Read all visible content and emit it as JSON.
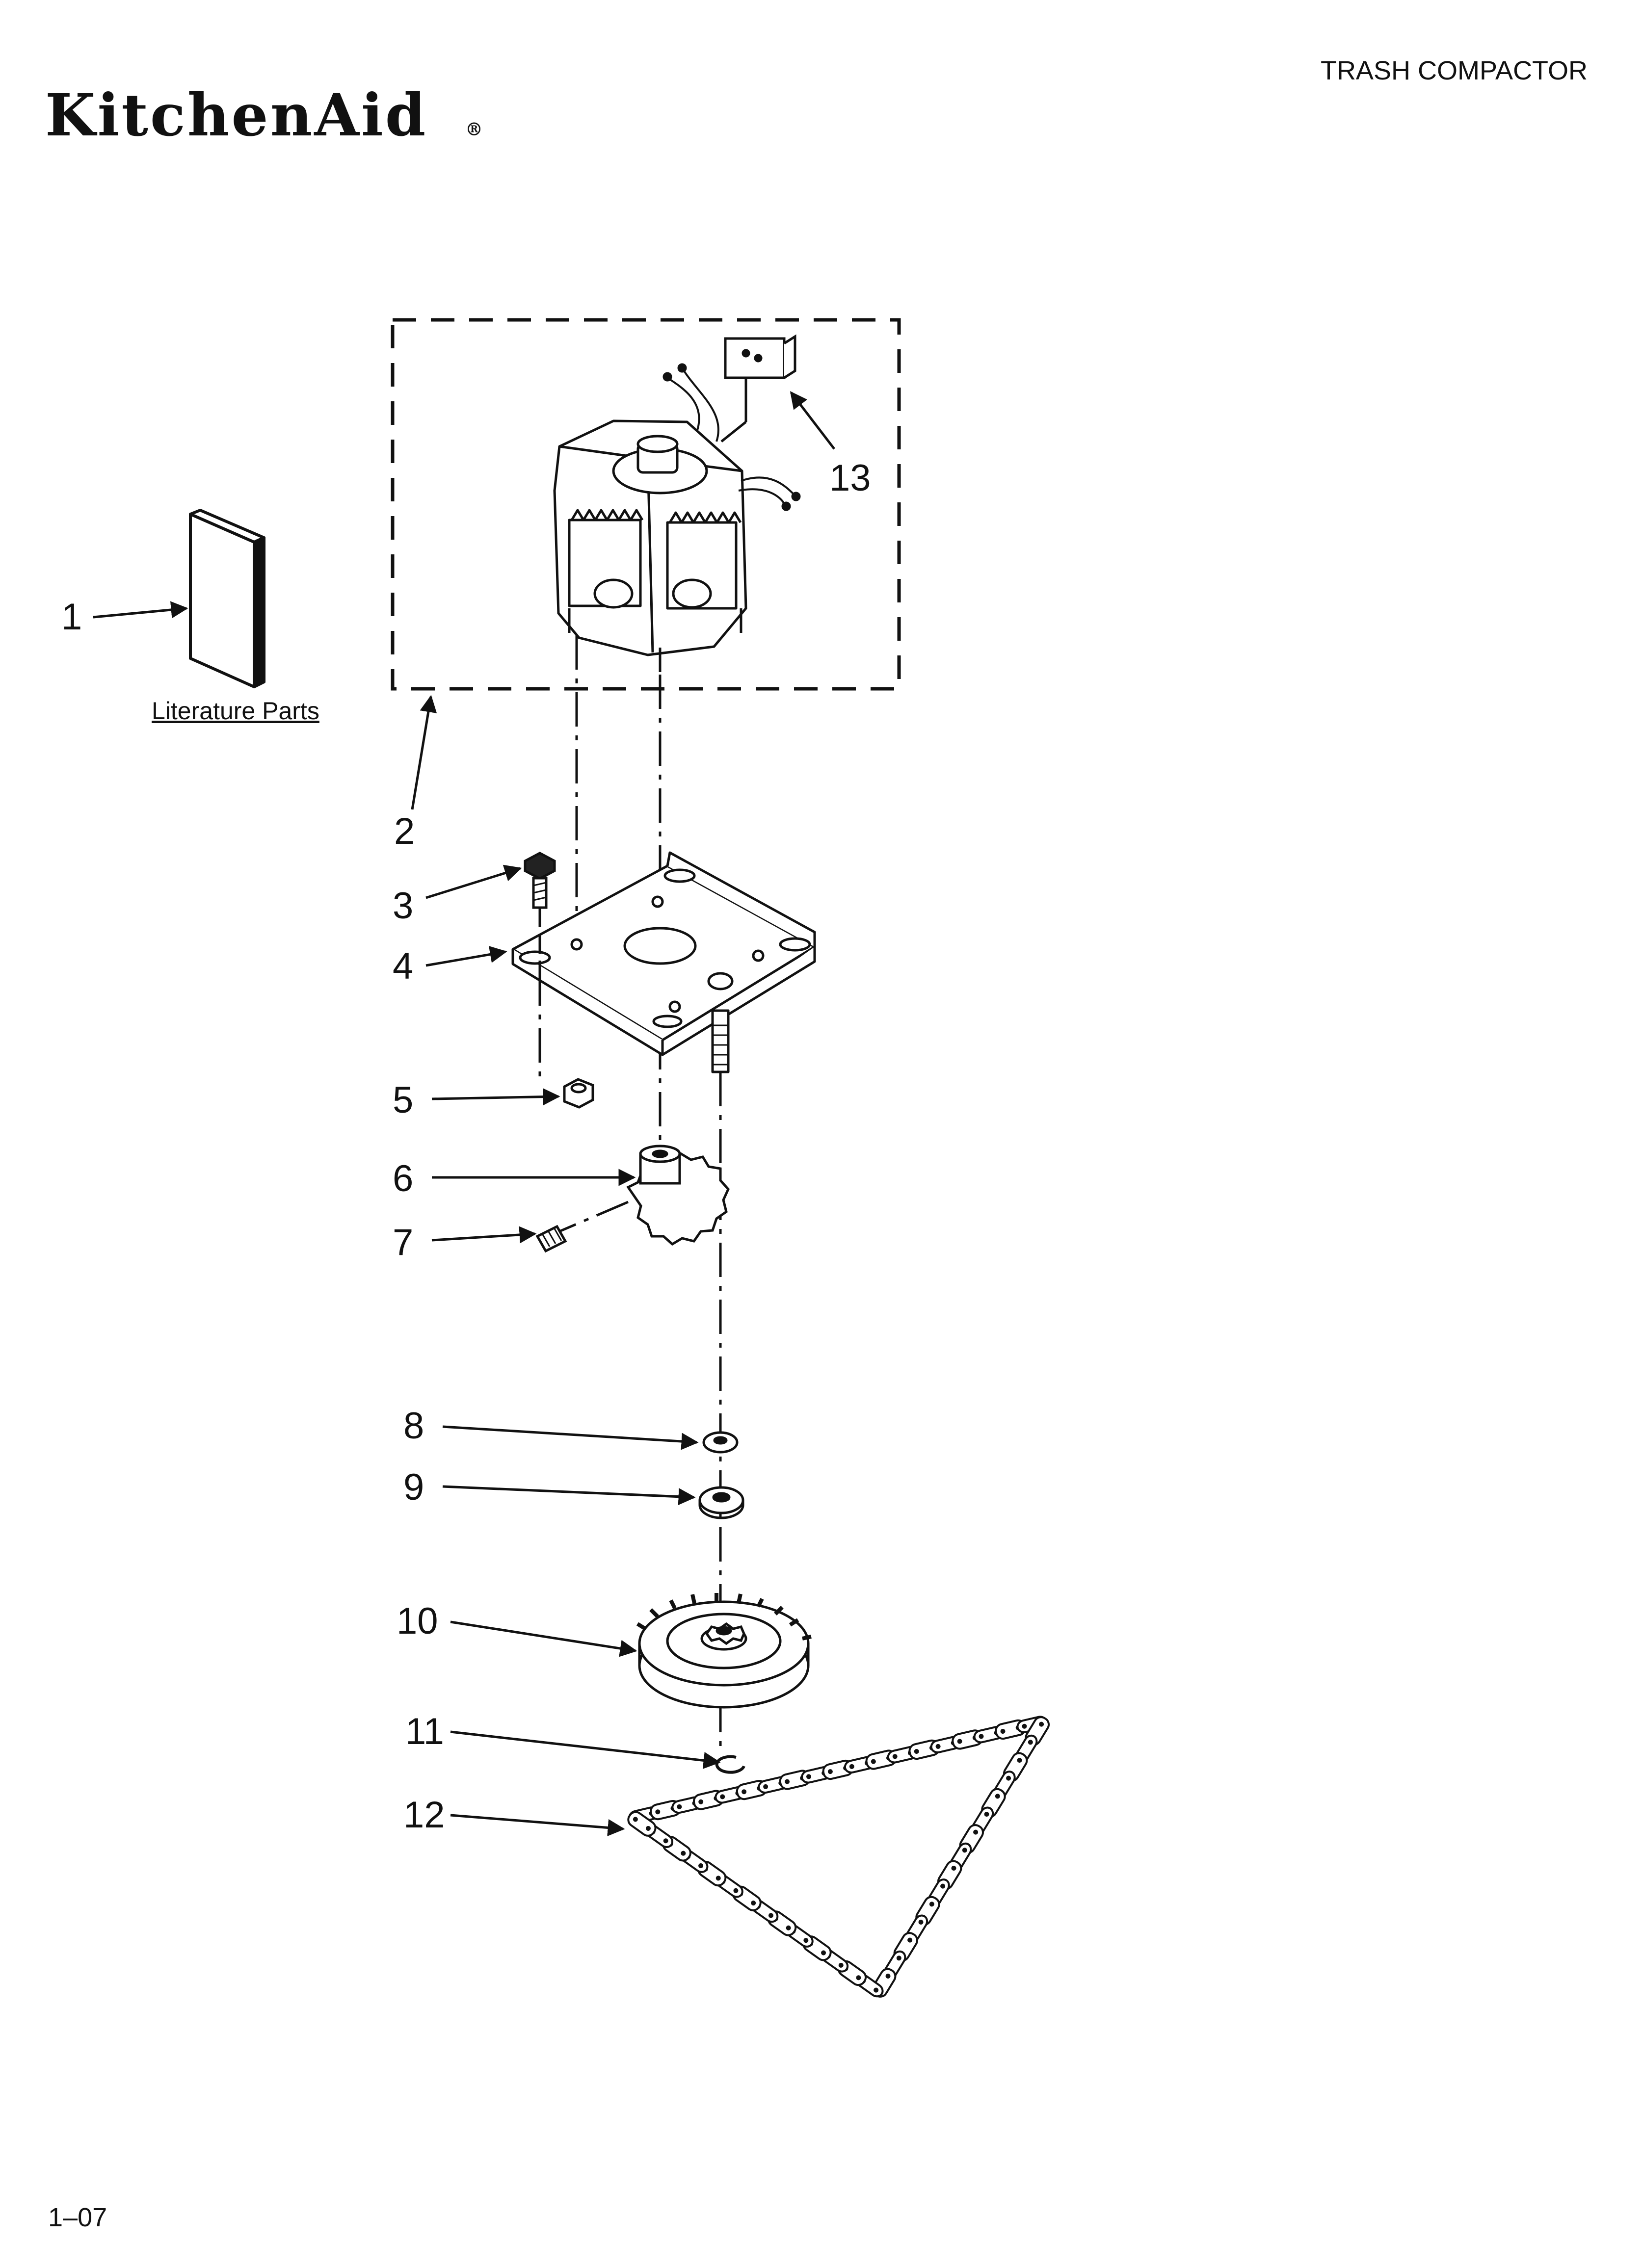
{
  "header": {
    "brand": "KitchenAid",
    "brand_mark": "®",
    "category": "TRASH COMPACTOR"
  },
  "footer": {
    "date_code": "1–07"
  },
  "literature": {
    "label": "Literature Parts"
  },
  "callouts": [
    {
      "id": "callout-1",
      "label": "1"
    },
    {
      "id": "callout-2",
      "label": "2"
    },
    {
      "id": "callout-3",
      "label": "3"
    },
    {
      "id": "callout-4",
      "label": "4"
    },
    {
      "id": "callout-5",
      "label": "5"
    },
    {
      "id": "callout-6",
      "label": "6"
    },
    {
      "id": "callout-7",
      "label": "7"
    },
    {
      "id": "callout-8",
      "label": "8"
    },
    {
      "id": "callout-9",
      "label": "9"
    },
    {
      "id": "callout-10",
      "label": "10"
    },
    {
      "id": "callout-11",
      "label": "11"
    },
    {
      "id": "callout-12",
      "label": "12"
    },
    {
      "id": "callout-13",
      "label": "13"
    }
  ]
}
